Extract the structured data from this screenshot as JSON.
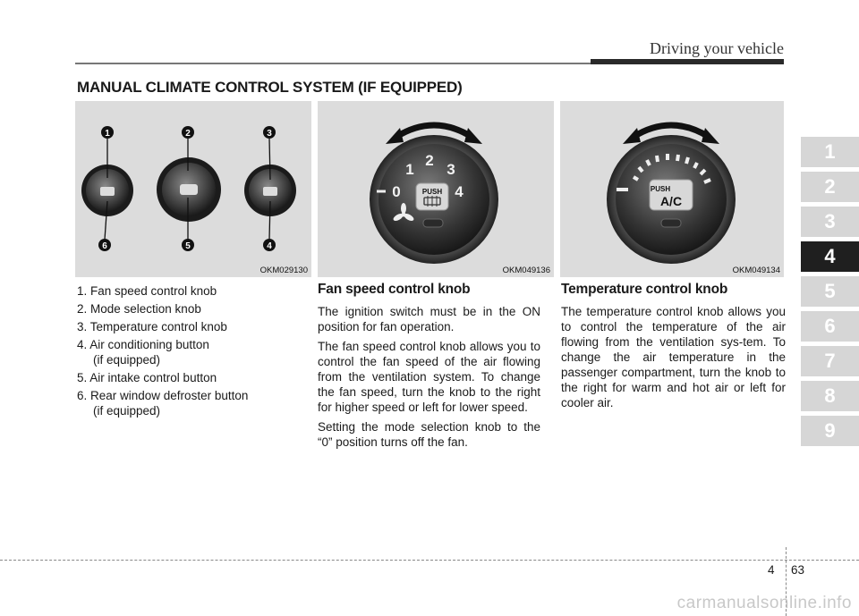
{
  "header": {
    "title": "Driving your vehicle"
  },
  "section_title": "MANUAL CLIMATE CONTROL SYSTEM (IF EQUIPPED)",
  "figures": [
    {
      "code": "OKM029130",
      "callouts": [
        "1",
        "2",
        "3",
        "6",
        "5",
        "4"
      ]
    },
    {
      "code": "OKM049136",
      "knob_labels": [
        "1",
        "2",
        "3",
        "0",
        "4",
        "PUSH"
      ]
    },
    {
      "code": "OKM049134",
      "knob_labels": [
        "PUSH",
        "A/C"
      ]
    }
  ],
  "legend": [
    {
      "main": "1. Fan speed control knob"
    },
    {
      "main": "2. Mode selection knob"
    },
    {
      "main": "3. Temperature control knob"
    },
    {
      "main": "4. Air conditioning button",
      "sub": "(if equipped)"
    },
    {
      "main": "5. Air intake control button"
    },
    {
      "main": "6. Rear window defroster button",
      "sub": "(if equipped)"
    }
  ],
  "fan": {
    "heading": "Fan speed control knob",
    "paragraphs": [
      "The ignition switch must be in the ON position for fan operation.",
      "The fan speed control knob allows you to control the fan speed of the air flowing from the ventilation system. To change the fan speed, turn the knob to the right for higher speed or left for lower speed.",
      "Setting the mode selection knob to the “0” position turns off the fan."
    ]
  },
  "temp": {
    "heading": "Temperature control knob",
    "paragraphs": [
      "The temperature control knob allows you to control the temperature of the air flowing from the ventilation sys-tem. To change the air temperature in the passenger compartment, turn the knob to the right for warm and hot air or left for cooler air."
    ]
  },
  "chapter_tabs": [
    "1",
    "2",
    "3",
    "4",
    "5",
    "6",
    "7",
    "8",
    "9"
  ],
  "active_tab": "4",
  "footer": {
    "chapter": "4",
    "page": "63"
  },
  "watermark": "carmanualsonline.info"
}
